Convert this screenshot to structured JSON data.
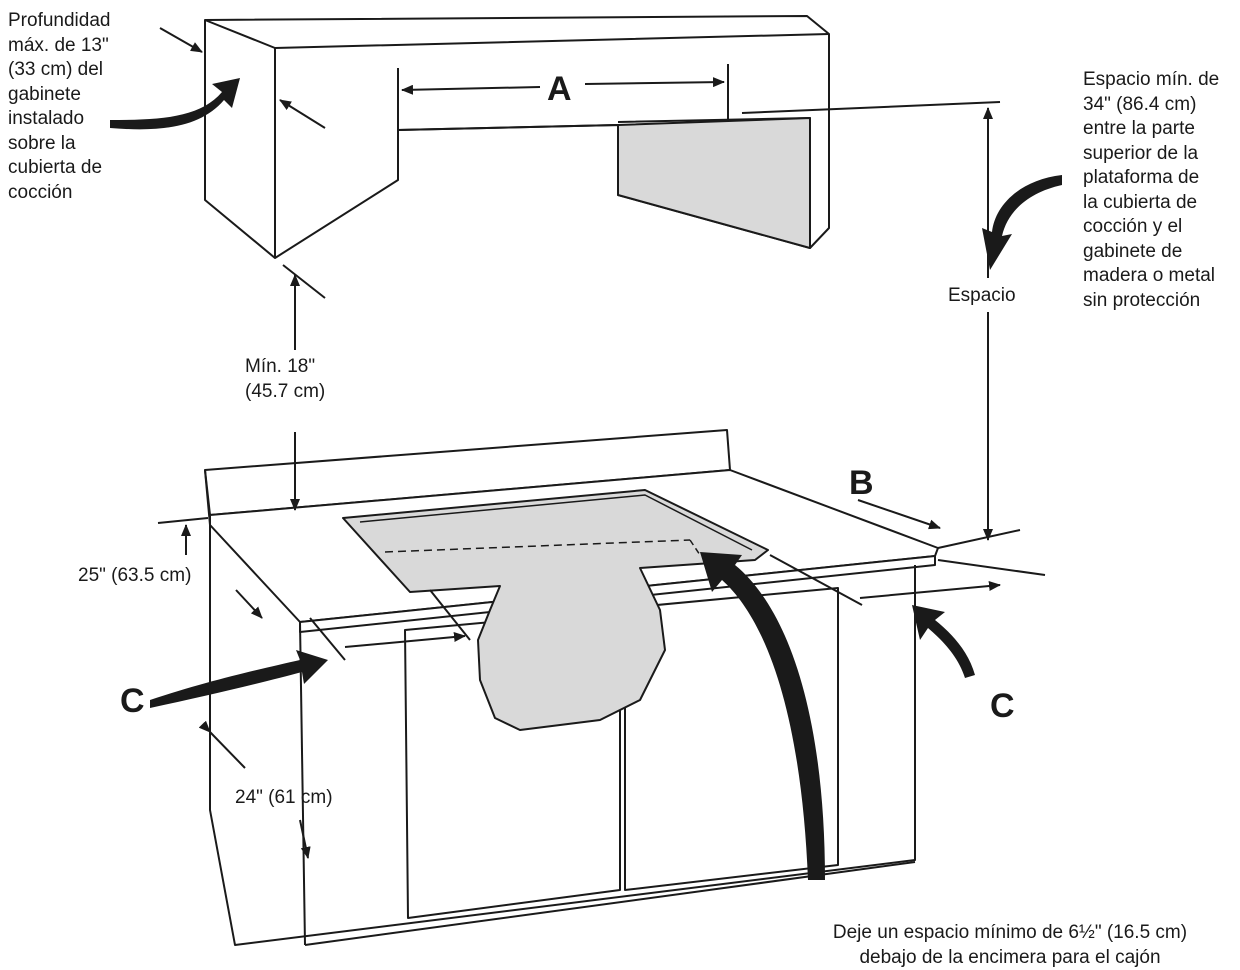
{
  "labels": {
    "depth_note": [
      "Profundidad",
      "máx. de 13\"",
      "(33 cm) del",
      "gabinete",
      "instalado",
      "sobre la",
      "cubierta de",
      "cocción"
    ],
    "clearance_note": [
      "Espacio mín. de",
      "34\" (86.4 cm)",
      "entre la parte",
      "superior de la",
      "plataforma de",
      "la cubierta de",
      "cocción y el",
      "gabinete de",
      "madera o metal",
      "sin protección"
    ],
    "espacio": "Espacio",
    "min_18": [
      "Mín. 18\"",
      "(45.7 cm)"
    ],
    "dim_25": "25\" (63.5 cm)",
    "dim_24": "24\" (61 cm)",
    "letter_a": "A",
    "letter_b": "B",
    "letter_c_left": "C",
    "letter_c_right": "C",
    "bottom_note": [
      "Deje un espacio mínimo de 6½\" (16.5 cm)",
      "debajo de la encimera para el cajón"
    ]
  },
  "colors": {
    "line": "#1a1a1a",
    "cutout_fill": "#d9d9d9",
    "background": "#ffffff"
  }
}
